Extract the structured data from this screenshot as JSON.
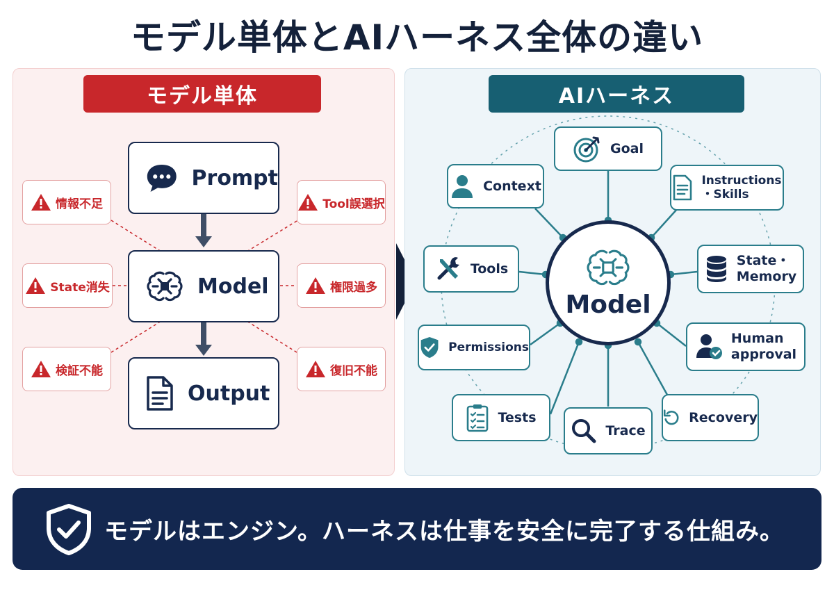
{
  "title": "モデル単体とAIハーネス全体の違い",
  "left": {
    "banner": "モデル単体",
    "flow": {
      "prompt": "Prompt",
      "model": "Model",
      "output": "Output"
    },
    "warnings": {
      "info_shortage": "情報不足",
      "tool_misselect": "Tool誤選択",
      "state_loss": "State消失",
      "excess_permission": "権限過多",
      "unverifiable": "検証不能",
      "unrecoverable": "復旧不能"
    }
  },
  "right": {
    "banner": "AIハーネス",
    "hub": "Model",
    "nodes": {
      "goal": "Goal",
      "context": "Context",
      "instructions_1": "Instructions",
      "instructions_2": "・Skills",
      "tools": "Tools",
      "state_1": "State・",
      "state_2": "Memory",
      "permissions": "Permissions",
      "human_1": "Human",
      "human_2": "approval",
      "tests": "Tests",
      "trace": "Trace",
      "recovery": "Recovery"
    }
  },
  "bottom": {
    "message": "モデルはエンジン。ハーネスは仕事を安全に完了する仕組み。"
  },
  "colors": {
    "navy": "#14213a",
    "red": "#c8272b",
    "teal": "#175f72",
    "teal_line": "#2a7d8b"
  }
}
